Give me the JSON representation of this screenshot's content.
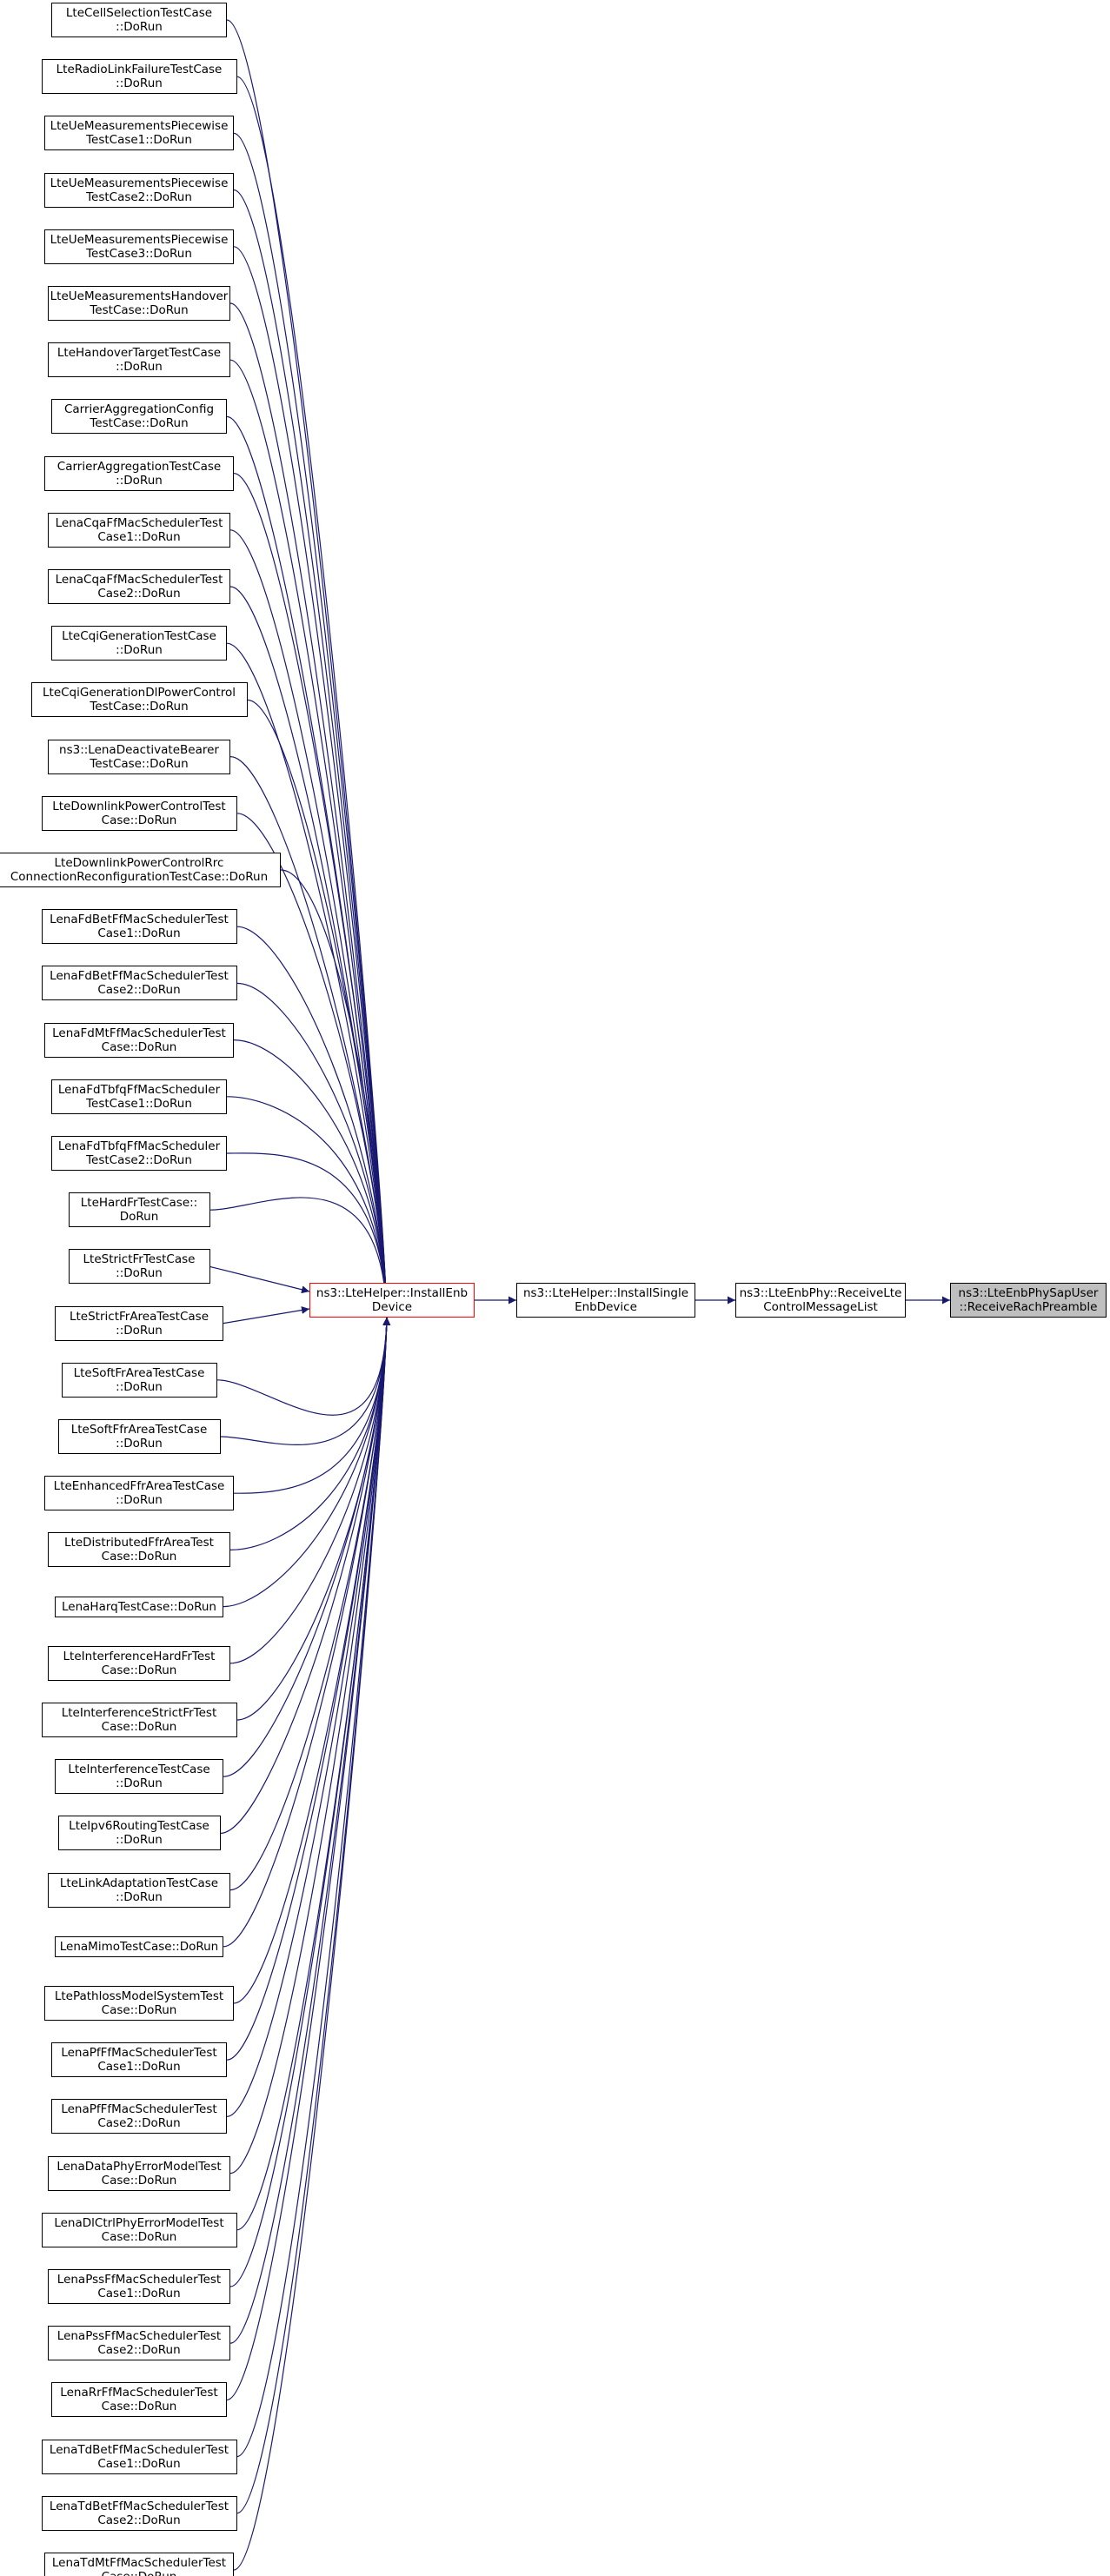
{
  "diagram": {
    "edge_color": "#191970",
    "focus_border_color": "#ff0000",
    "root_fill_color": "#bfbfbf",
    "root": {
      "lines": [
        "ns3::LteEnbPhySapUser",
        "::ReceiveRachPreamble"
      ]
    },
    "chain": [
      {
        "id": "receive-lte-control-message-list",
        "lines": [
          "ns3::LteEnbPhy::ReceiveLte",
          "ControlMessageList"
        ]
      },
      {
        "id": "install-single-enb-device",
        "lines": [
          "ns3::LteHelper::InstallSingle",
          "EnbDevice"
        ]
      },
      {
        "id": "install-enb-device",
        "lines": [
          "ns3::LteHelper::InstallEnb",
          "Device"
        ]
      }
    ],
    "callers": [
      {
        "lines": [
          "LteCellSelectionTestCase",
          "::DoRun"
        ]
      },
      {
        "lines": [
          "LteRadioLinkFailureTestCase",
          "::DoRun"
        ]
      },
      {
        "lines": [
          "LteUeMeasurementsPiecewise",
          "TestCase1::DoRun"
        ]
      },
      {
        "lines": [
          "LteUeMeasurementsPiecewise",
          "TestCase2::DoRun"
        ]
      },
      {
        "lines": [
          "LteUeMeasurementsPiecewise",
          "TestCase3::DoRun"
        ]
      },
      {
        "lines": [
          "LteUeMeasurementsHandover",
          "TestCase::DoRun"
        ]
      },
      {
        "lines": [
          "LteHandoverTargetTestCase",
          "::DoRun"
        ]
      },
      {
        "lines": [
          "CarrierAggregationConfig",
          "TestCase::DoRun"
        ]
      },
      {
        "lines": [
          "CarrierAggregationTestCase",
          "::DoRun"
        ]
      },
      {
        "lines": [
          "LenaCqaFfMacSchedulerTest",
          "Case1::DoRun"
        ]
      },
      {
        "lines": [
          "LenaCqaFfMacSchedulerTest",
          "Case2::DoRun"
        ]
      },
      {
        "lines": [
          "LteCqiGenerationTestCase",
          "::DoRun"
        ]
      },
      {
        "lines": [
          "LteCqiGenerationDlPowerControl",
          "TestCase::DoRun"
        ]
      },
      {
        "lines": [
          "ns3::LenaDeactivateBearer",
          "TestCase::DoRun"
        ]
      },
      {
        "lines": [
          "LteDownlinkPowerControlTest",
          "Case::DoRun"
        ]
      },
      {
        "lines": [
          "LteDownlinkPowerControlRrc",
          "ConnectionReconfigurationTestCase::DoRun"
        ]
      },
      {
        "lines": [
          "LenaFdBetFfMacSchedulerTest",
          "Case1::DoRun"
        ]
      },
      {
        "lines": [
          "LenaFdBetFfMacSchedulerTest",
          "Case2::DoRun"
        ]
      },
      {
        "lines": [
          "LenaFdMtFfMacSchedulerTest",
          "Case::DoRun"
        ]
      },
      {
        "lines": [
          "LenaFdTbfqFfMacScheduler",
          "TestCase1::DoRun"
        ]
      },
      {
        "lines": [
          "LenaFdTbfqFfMacScheduler",
          "TestCase2::DoRun"
        ]
      },
      {
        "lines": [
          "LteHardFrTestCase::",
          "DoRun"
        ]
      },
      {
        "lines": [
          "LteStrictFrTestCase",
          "::DoRun"
        ]
      },
      {
        "lines": [
          "LteStrictFrAreaTestCase",
          "::DoRun"
        ]
      },
      {
        "lines": [
          "LteSoftFrAreaTestCase",
          "::DoRun"
        ]
      },
      {
        "lines": [
          "LteSoftFfrAreaTestCase",
          "::DoRun"
        ]
      },
      {
        "lines": [
          "LteEnhancedFfrAreaTestCase",
          "::DoRun"
        ]
      },
      {
        "lines": [
          "LteDistributedFfrAreaTest",
          "Case::DoRun"
        ]
      },
      {
        "lines": [
          "LenaHarqTestCase::DoRun"
        ]
      },
      {
        "lines": [
          "LteInterferenceHardFrTest",
          "Case::DoRun"
        ]
      },
      {
        "lines": [
          "LteInterferenceStrictFrTest",
          "Case::DoRun"
        ]
      },
      {
        "lines": [
          "LteInterferenceTestCase",
          "::DoRun"
        ]
      },
      {
        "lines": [
          "LteIpv6RoutingTestCase",
          "::DoRun"
        ]
      },
      {
        "lines": [
          "LteLinkAdaptationTestCase",
          "::DoRun"
        ]
      },
      {
        "lines": [
          "LenaMimoTestCase::DoRun"
        ]
      },
      {
        "lines": [
          "LtePathlossModelSystemTest",
          "Case::DoRun"
        ]
      },
      {
        "lines": [
          "LenaPfFfMacSchedulerTest",
          "Case1::DoRun"
        ]
      },
      {
        "lines": [
          "LenaPfFfMacSchedulerTest",
          "Case2::DoRun"
        ]
      },
      {
        "lines": [
          "LenaDataPhyErrorModelTest",
          "Case::DoRun"
        ]
      },
      {
        "lines": [
          "LenaDlCtrlPhyErrorModelTest",
          "Case::DoRun"
        ]
      },
      {
        "lines": [
          "LenaPssFfMacSchedulerTest",
          "Case1::DoRun"
        ]
      },
      {
        "lines": [
          "LenaPssFfMacSchedulerTest",
          "Case2::DoRun"
        ]
      },
      {
        "lines": [
          "LenaRrFfMacSchedulerTest",
          "Case::DoRun"
        ]
      },
      {
        "lines": [
          "LenaTdBetFfMacSchedulerTest",
          "Case1::DoRun"
        ]
      },
      {
        "lines": [
          "LenaTdBetFfMacSchedulerTest",
          "Case2::DoRun"
        ]
      },
      {
        "lines": [
          "LenaTdMtFfMacSchedulerTest",
          "Case::DoRun"
        ]
      }
    ]
  }
}
